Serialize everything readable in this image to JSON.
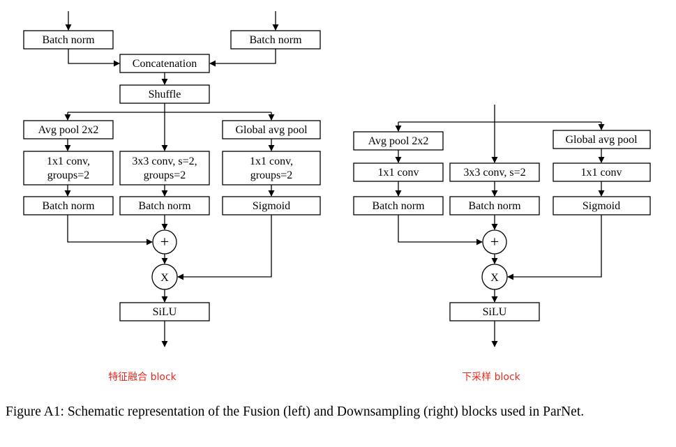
{
  "fusion_block": {
    "bn_left": "Batch norm",
    "bn_right": "Batch norm",
    "concat": "Concatenation",
    "shuffle": "Shuffle",
    "avgpool": "Avg pool 2x2",
    "gap": "Global avg pool",
    "conv1x1": [
      "1x1 conv,",
      "groups=2"
    ],
    "conv3x3": [
      "3x3 conv, s=2,",
      "groups=2"
    ],
    "conv1x1_se": [
      "1x1 conv,",
      "groups=2"
    ],
    "bn_a": "Batch norm",
    "bn_b": "Batch norm",
    "sigmoid": "Sigmoid",
    "plus": "+",
    "mult": "X",
    "silu": "SiLU",
    "label": "特征融合 block"
  },
  "down_block": {
    "avgpool": "Avg pool 2x2",
    "gap": "Global avg pool",
    "conv1x1": "1x1 conv",
    "conv3x3": "3x3 conv, s=2",
    "conv1x1_se": "1x1 conv",
    "bn_a": "Batch norm",
    "bn_b": "Batch norm",
    "sigmoid": "Sigmoid",
    "plus": "+",
    "mult": "X",
    "silu": "SiLU",
    "label": "下采样 block"
  },
  "caption": "Figure A1: Schematic representation of the Fusion (left) and Downsampling (right) blocks used in ParNet.",
  "colors": {
    "stroke": "#000000",
    "label": "#e8281e"
  }
}
